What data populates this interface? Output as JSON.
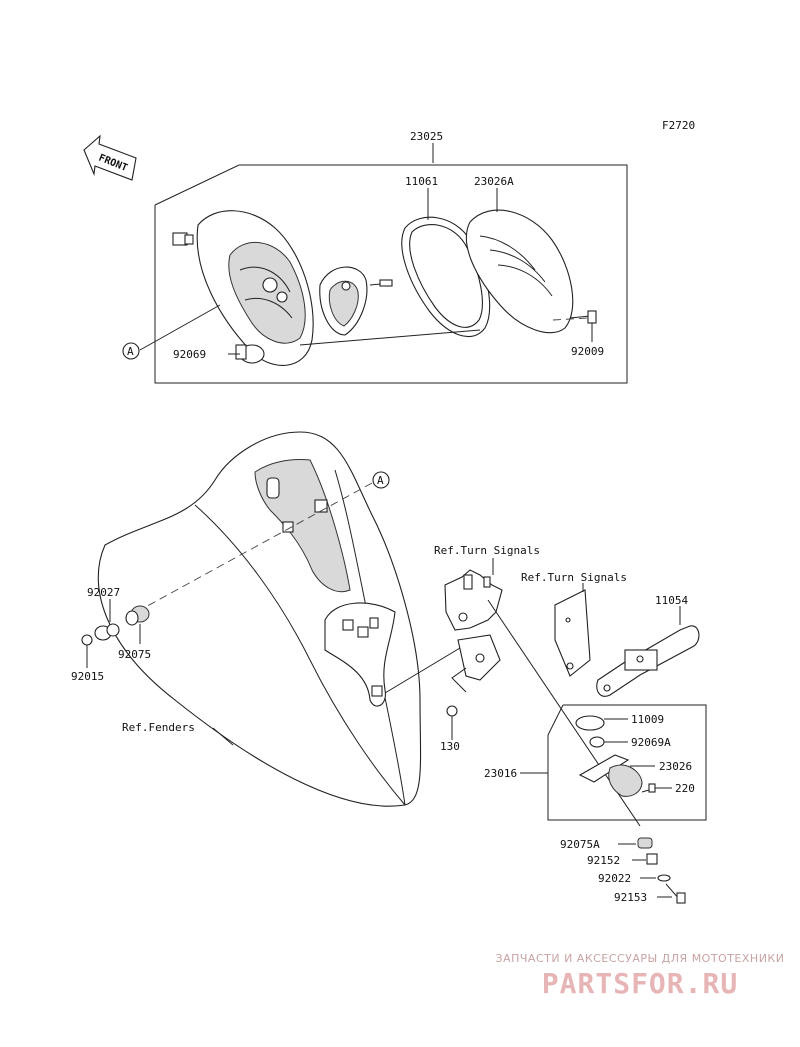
{
  "figure_code": "F2720",
  "front_label": "FRONT",
  "callout_a": "A",
  "parts": {
    "assembly_top": "23025",
    "gasket": "11061",
    "lens": "23026A",
    "bulb": "92069",
    "screw_lens": "92009",
    "grommet": "92027",
    "collar": "92075",
    "nut": "92015",
    "plate_bracket": "11054",
    "bolt_130": "130",
    "gasket_plate": "11009",
    "bulb_plate": "92069A",
    "assembly_plate": "23016",
    "lens_plate": "23026",
    "screw_220": "220",
    "collar_a": "92075A",
    "spacer": "92152",
    "washer": "92022",
    "bolt": "92153"
  },
  "refs": {
    "turn_signals_1": "Ref.Turn Signals",
    "turn_signals_2": "Ref.Turn Signals",
    "fenders": "Ref.Fenders"
  },
  "watermark": {
    "subtitle": "ЗАПЧАСТИ И АКСЕССУАРЫ ДЛЯ МОТОТЕХНИКИ",
    "logo": "PARTSFOR.RU"
  }
}
